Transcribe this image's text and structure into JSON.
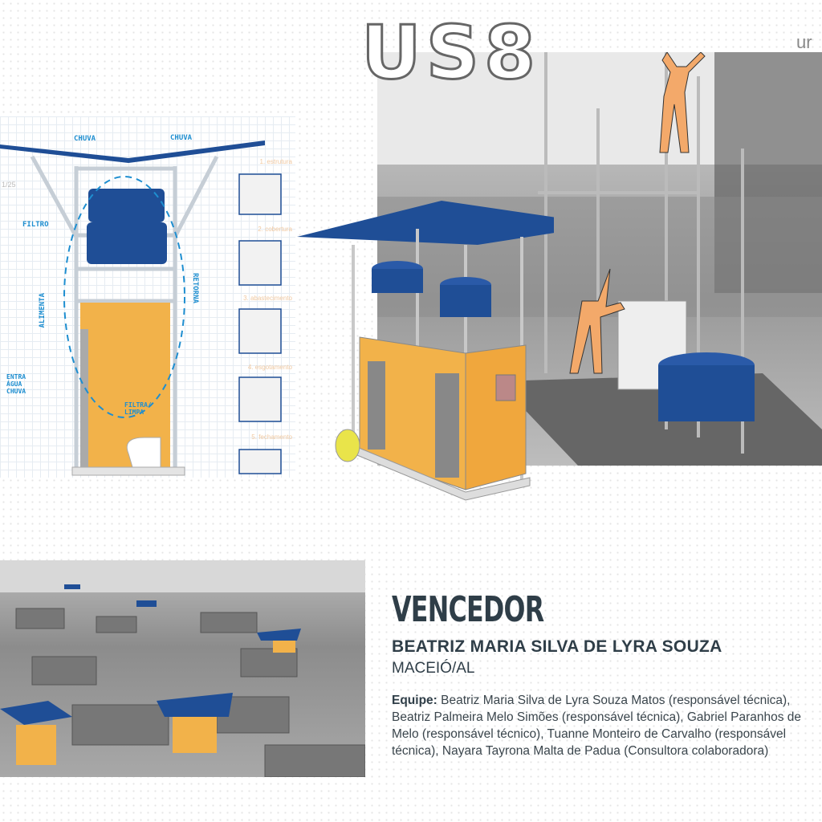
{
  "header": {
    "title": "US8",
    "corner_text": "ur"
  },
  "drawing": {
    "labels": {
      "rain_left": "CHUVA",
      "rain_right": "CHUVA",
      "filter": "FILTRO",
      "feed": "ALIMENTA",
      "return": "RETORNA",
      "inlet": "ENTRA ÁGUA CHUVA",
      "filter_clean": "FILTRA/ LIMPA",
      "scale": "1/25"
    },
    "steps": [
      "1. estrutura",
      "2. cobertura",
      "3. abastecimento",
      "4. esgotamento",
      "5. fechamento"
    ]
  },
  "result": {
    "heading": "VENCEDOR",
    "author": "BEATRIZ MARIA SILVA DE LYRA SOUZA",
    "city": "MACEIÓ/AL",
    "team_label": "Equipe:",
    "team_text": " Beatriz Maria Silva de Lyra Souza Matos (responsável técnica), Beatriz Palmeira Melo Simões (responsável técnica), Gabriel Paranhos de Melo (responsável técnico), Tuanne Monteiro de Carvalho (responsável técnica), Nayara Tayrona Malta de Padua (Consultora colaboradora)"
  },
  "colors": {
    "tank": "#1f4e96",
    "wall": "#f2b24a",
    "text": "#2f3e48",
    "figure": "#f3a96a"
  }
}
